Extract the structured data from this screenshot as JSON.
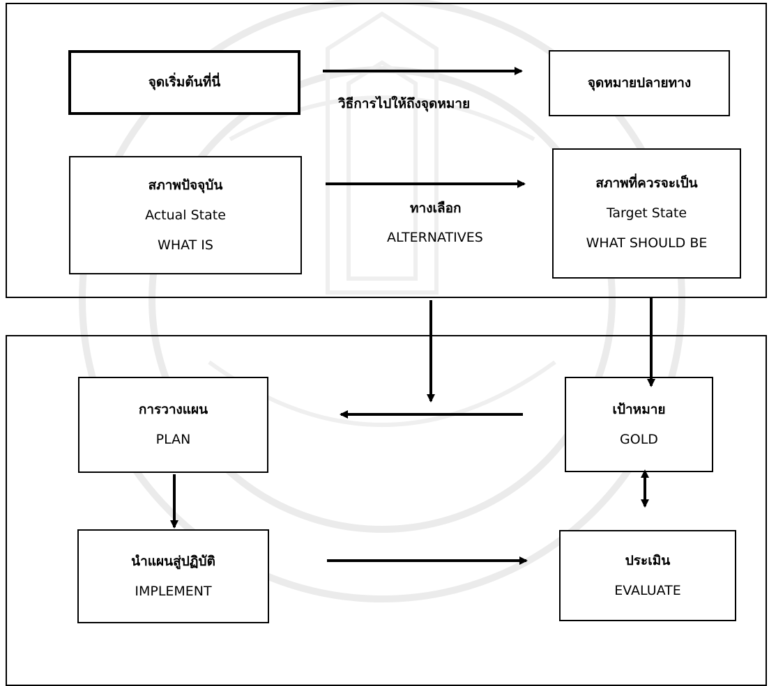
{
  "top_section": {
    "start_box": {
      "label": "จุดเริ่มต้นที่นี่"
    },
    "method_label": "วิธีการไปให้ถึงจุดหมาย",
    "destination_box": {
      "label": "จุดหมายปลายทาง"
    },
    "actual_state_box": {
      "th": "สภาพปัจจุบัน",
      "en": "Actual State",
      "desc": "WHAT IS"
    },
    "alternatives_label": {
      "th": "ทางเลือก",
      "en": "ALTERNATIVES"
    },
    "target_state_box": {
      "th": "สภาพที่ควรจะเป็น",
      "en": "Target State",
      "desc": "WHAT SHOULD BE"
    }
  },
  "bottom_section": {
    "plan_box": {
      "th": "การวางแผน",
      "en": "PLAN"
    },
    "goal_box": {
      "th": "เป้าหมาย",
      "en": "GOLD"
    },
    "implement_box": {
      "th": "นำแผนสู่ปฏิบัติ",
      "en": "IMPLEMENT"
    },
    "evaluate_box": {
      "th": "ประเมิน",
      "en": "EVALUATE"
    }
  }
}
